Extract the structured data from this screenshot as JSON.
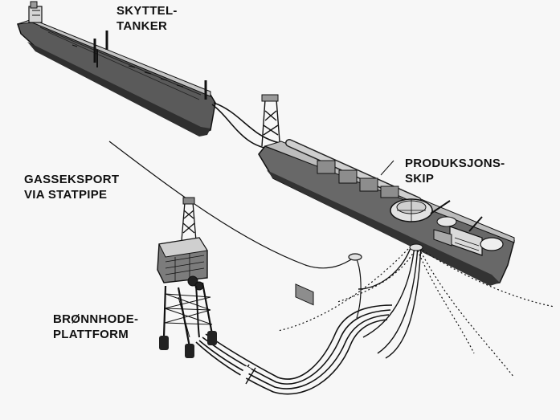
{
  "labels": {
    "shuttle_tanker": [
      "SKYTTEL-",
      "TANKER"
    ],
    "production_ship": [
      "PRODUKSJONS-",
      "SKIP"
    ],
    "gas_export": [
      "GASSEKSPORT",
      "VIA STATPIPE"
    ],
    "wellhead_platform": [
      "BRØNNHODE-",
      "PLATTFORM"
    ]
  },
  "colors": {
    "hull_dark": "#4a4a4a",
    "hull_mid": "#7a7a7a",
    "deck_light": "#bdbdbd",
    "line": "#111111",
    "background": "#f7f7f7"
  }
}
